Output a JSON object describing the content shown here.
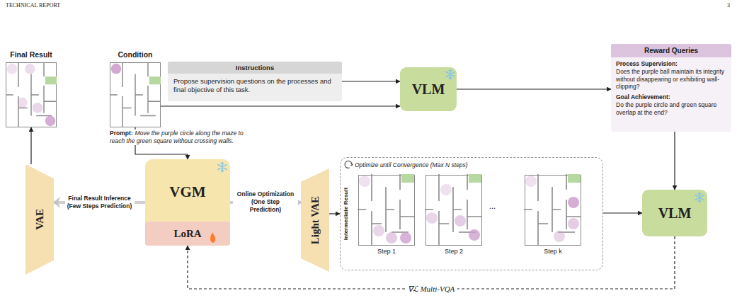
{
  "diagram": {
    "nodes": [
      {
        "text": [
          "Final Result"
        ]
      },
      {
        "text": [
          "Condition"
        ]
      },
      {
        "text": [
          "Instructions",
          "Propose supervision questions on the processes and final objective of this task."
        ]
      },
      {
        "text": [
          "VLM"
        ]
      },
      {
        "text": [
          "Reward Queries",
          "Process Supervision:",
          "Does the purple ball maintain its integrity without disappearing or exhibiting wall-clipping?",
          "Goal Achievement:",
          "Do the purple circle and green square overlap at the end?"
        ]
      },
      {
        "text": [
          "VAE"
        ]
      },
      {
        "text": [
          "VGM"
        ]
      },
      {
        "text": [
          "LoRA"
        ],
        "in": 6
      },
      {
        "text": [
          "Light VAE"
        ]
      },
      {
        "text": [
          "Optimize until Convergence (Max N steps)",
          "Intermediate Result"
        ]
      },
      {
        "text": [
          "Step 1"
        ],
        "in": 9
      },
      {
        "text": [
          "Step 2"
        ],
        "in": 9
      },
      {
        "text": [
          "Step k"
        ],
        "in": 9
      },
      {
        "text": [
          "VLM"
        ]
      }
    ],
    "edges": [
      {
        "from": 5,
        "to": 0,
        "arrow": "to"
      },
      {
        "from": 1,
        "to": 6,
        "arrow": "to"
      },
      {
        "from": 1,
        "to": 3,
        "arrow": "to"
      },
      {
        "from": 2,
        "to": 3,
        "arrow": "to"
      },
      {
        "from": 3,
        "to": 4,
        "arrow": "to"
      },
      {
        "from": 4,
        "to": 13,
        "arrow": "to"
      },
      {
        "from": 6,
        "to": 5,
        "label": "Final Result Inference (Few Steps Prediction)",
        "arrow": "to"
      },
      {
        "from": 6,
        "to": 8,
        "label": "Online Optimization (One Step Prediction)",
        "arrow": "to"
      },
      {
        "from": 8,
        "to": 9,
        "arrow": "to"
      },
      {
        "from": 9,
        "to": 13,
        "arrow": "to"
      },
      {
        "from": 13,
        "to": 7,
        "label": "∇ℒ Multi-VQA",
        "arrow": "to"
      }
    ],
    "labels": [
      "TECHNICAL REPORT",
      "3",
      "Prompt:",
      "Move the purple circle along the maze to reach the green square without crossing walls.",
      "..."
    ]
  }
}
